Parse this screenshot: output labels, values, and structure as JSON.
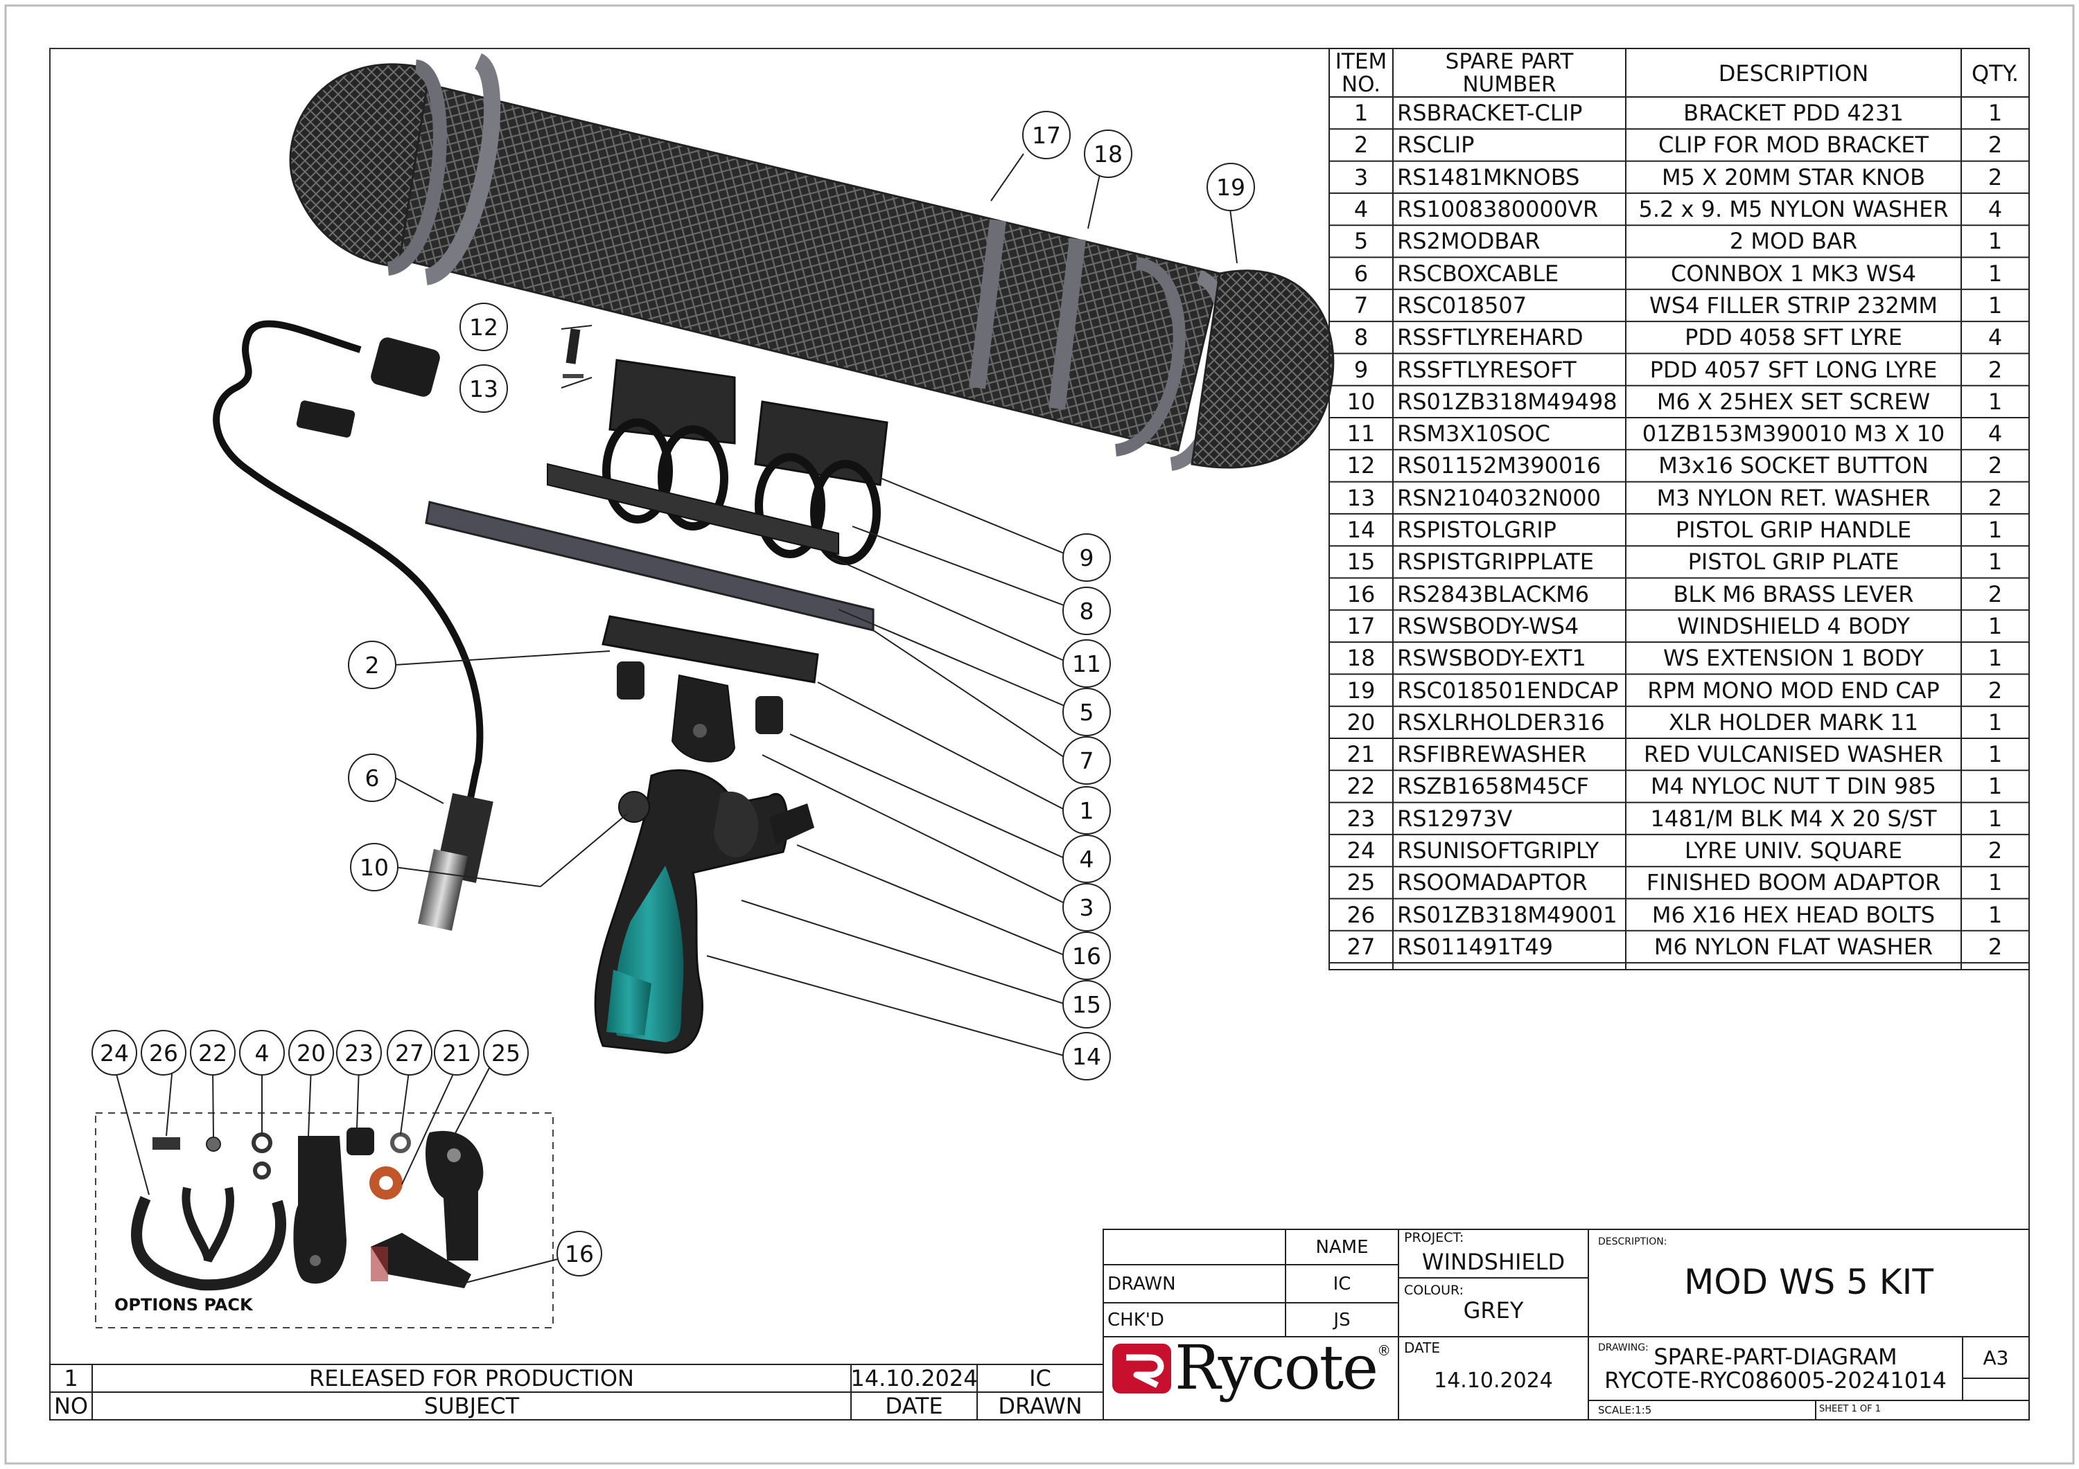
{
  "bom": {
    "headers": {
      "item_no": [
        "ITEM",
        "NO."
      ],
      "part_number": [
        "SPARE PART",
        "NUMBER"
      ],
      "description": "DESCRIPTION",
      "qty": "QTY."
    },
    "rows": [
      {
        "item": "1",
        "part": "RSBRACKET-CLIP",
        "desc": "BRACKET PDD 4231",
        "qty": "1"
      },
      {
        "item": "2",
        "part": "RSCLIP",
        "desc": "CLIP FOR MOD BRACKET",
        "qty": "2"
      },
      {
        "item": "3",
        "part": "RS1481MKNOBS",
        "desc": "M5 X 20MM STAR KNOB",
        "qty": "2"
      },
      {
        "item": "4",
        "part": "RS1008380000VR",
        "desc": "5.2 x 9. M5 NYLON WASHER",
        "qty": "4"
      },
      {
        "item": "5",
        "part": "RS2MODBAR",
        "desc": "2 MOD BAR",
        "qty": "1"
      },
      {
        "item": "6",
        "part": "RSCBOXCABLE",
        "desc": "CONNBOX 1 MK3 WS4",
        "qty": "1"
      },
      {
        "item": "7",
        "part": "RSC018507",
        "desc": "WS4 FILLER STRIP 232MM",
        "qty": "1"
      },
      {
        "item": "8",
        "part": "RSSFTLYREHARD",
        "desc": "PDD 4058 SFT LYRE",
        "qty": "4"
      },
      {
        "item": "9",
        "part": "RSSFTLYRESOFT",
        "desc": "PDD 4057 SFT LONG LYRE",
        "qty": "2"
      },
      {
        "item": "10",
        "part": "RS01ZB318M49498",
        "desc": "M6 X 25HEX SET SCREW",
        "qty": "1"
      },
      {
        "item": "11",
        "part": "RSM3X10SOC",
        "desc": "01ZB153M390010 M3 X 10",
        "qty": "4"
      },
      {
        "item": "12",
        "part": "RS01152M390016",
        "desc": "M3x16 SOCKET BUTTON",
        "qty": "2"
      },
      {
        "item": "13",
        "part": "RSN2104032N000",
        "desc": "M3 NYLON RET. WASHER",
        "qty": "2"
      },
      {
        "item": "14",
        "part": "RSPISTOLGRIP",
        "desc": "PISTOL GRIP HANDLE",
        "qty": "1"
      },
      {
        "item": "15",
        "part": "RSPISTGRIPPLATE",
        "desc": "PISTOL GRIP PLATE",
        "qty": "1"
      },
      {
        "item": "16",
        "part": "RS2843BLACKM6",
        "desc": "BLK M6 BRASS LEVER",
        "qty": "2"
      },
      {
        "item": "17",
        "part": "RSWSBODY-WS4",
        "desc": "WINDSHIELD 4 BODY",
        "qty": "1"
      },
      {
        "item": "18",
        "part": "RSWSBODY-EXT1",
        "desc": "WS EXTENSION 1 BODY",
        "qty": "1"
      },
      {
        "item": "19",
        "part": "RSC018501ENDCAP",
        "desc": "RPM MONO MOD END CAP",
        "qty": "2"
      },
      {
        "item": "20",
        "part": "RSXLRHOLDER316",
        "desc": "XLR HOLDER MARK 11",
        "qty": "1"
      },
      {
        "item": "21",
        "part": "RSFIBREWASHER",
        "desc": "RED VULCANISED WASHER",
        "qty": "1"
      },
      {
        "item": "22",
        "part": "RSZB1658M45CF",
        "desc": "M4 NYLOC NUT T DIN 985",
        "qty": "1"
      },
      {
        "item": "23",
        "part": "RS12973V",
        "desc": "1481/M BLK M4 X 20 S/ST",
        "qty": "1"
      },
      {
        "item": "24",
        "part": "RSUNISOFTGRIPLY",
        "desc": "LYRE UNIV. SQUARE",
        "qty": "2"
      },
      {
        "item": "25",
        "part": "RSOOMADAPTOR",
        "desc": "FINISHED BOOM ADAPTOR",
        "qty": "1"
      },
      {
        "item": "26",
        "part": "RS01ZB318M49001",
        "desc": "M6 X16 HEX HEAD BOLTS",
        "qty": "1"
      },
      {
        "item": "27",
        "part": "RS011491T49",
        "desc": "M6 NYLON FLAT WASHER",
        "qty": "2"
      }
    ]
  },
  "balloons": {
    "b1": "1",
    "b2": "2",
    "b3": "3",
    "b4": "4",
    "b5": "5",
    "b6": "6",
    "b7": "7",
    "b8": "8",
    "b9": "9",
    "b10": "10",
    "b11": "11",
    "b12": "12",
    "b13": "13",
    "b14": "14",
    "b15": "15",
    "b16": "16",
    "b17": "17",
    "b18": "18",
    "b19": "19",
    "o24": "24",
    "o26": "26",
    "o22": "22",
    "o4": "4",
    "o20": "20",
    "o23": "23",
    "o27": "27",
    "o21": "21",
    "o25": "25",
    "o16": "16"
  },
  "options_pack_label": "OPTIONS PACK",
  "revision": {
    "no": "1",
    "subject": "RELEASED FOR PRODUCTION",
    "date": "14.10.2024",
    "drawn": "IC",
    "header_no": "NO",
    "header_subject": "SUBJECT",
    "header_date": "DATE",
    "header_drawn": "DRAWN"
  },
  "title_block": {
    "name_header": "NAME",
    "drawn_label": "DRAWN",
    "drawn_value": "IC",
    "chkd_label": "CHK'D",
    "chkd_value": "JS",
    "project_label": "PROJECT:",
    "project_value": "WINDSHIELD",
    "colour_label": "COLOUR:",
    "colour_value": "GREY",
    "date_label": "DATE",
    "date_value": "14.10.2024",
    "description_label": "DESCRIPTION:",
    "description_value": "MOD WS 5 KIT",
    "drawing_label": "DRAWING:",
    "drawing_line1": "SPARE-PART-DIAGRAM",
    "drawing_line2": "RYCOTE-RYC086005-20241014",
    "size": "A3",
    "scale": "SCALE:1:5",
    "sheet": "SHEET 1 OF 1",
    "logo_text": "Rycote",
    "logo_registered": "®",
    "logo_color": "#c8102e"
  },
  "colors": {
    "grip_teal": "#1a8c8a",
    "red_washer": "#c0562a",
    "line": "#222222"
  }
}
